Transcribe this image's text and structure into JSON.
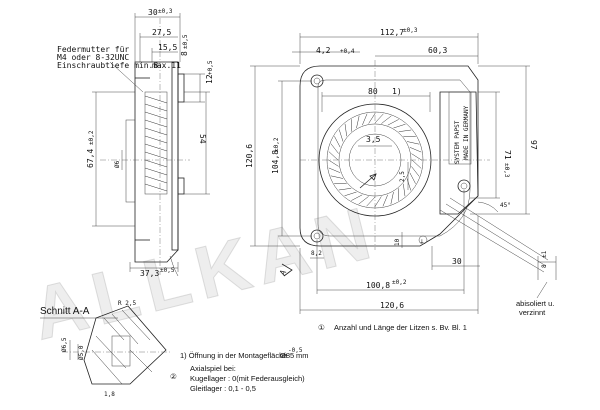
{
  "side_view": {
    "dims": {
      "d_30": "30",
      "d_30_tol": "±0,3",
      "d_27_5": "27,5",
      "d_15_5": "15,5",
      "d_8": "8",
      "d_8_tol": "±0,5",
      "d_12": "12",
      "d_12_tol": "+0,5",
      "d_54": "54",
      "d_67": "67,4",
      "d_67_tol": "±0,2",
      "d_phi6": "Ø6",
      "d_37_3": "37,3",
      "d_37_tol": "±0,5"
    },
    "note_lines": [
      "Federmutter für",
      "M4 oder 8-32UNC",
      "Einschraubtiefe min.8",
      "max.11"
    ]
  },
  "front_view": {
    "dims": {
      "d_112_7": "112,7",
      "d_112_tol": "±0,3",
      "d_4_2": "4,2",
      "d_4_2_tol": "+0,4",
      "d_60_3": "60,3",
      "d_80": "80",
      "d_80_note": "1)",
      "d_3_5": "3,5",
      "d_2_5": "2,5",
      "d_120_6_v": "120,6",
      "d_104_8_v": "104,8",
      "d_104_8_v_tol": "±0,2",
      "d_71": "71",
      "d_71_tol": "±0,3",
      "d_97": "97",
      "d_45deg": "45°",
      "d_8_2": "8,2",
      "d_10": "10",
      "d_30": "30",
      "d_100_8": "100,8",
      "d_100_8_tol": "±0,2",
      "d_120_6_h": "120,6",
      "section_mark": "A"
    },
    "label_lines": [
      "SYSTEM PAPST",
      "MADE IN GERMANY"
    ],
    "ground_symbol": "⊥",
    "wire_note": [
      "abisoliert u.",
      "verzinnt"
    ],
    "wire_dim": "8",
    "wire_dim_tol": "±1"
  },
  "section": {
    "title": "Schnitt A-A",
    "radius": "R 2,5",
    "dims": [
      "Ø6,5",
      "Ø5,0",
      "1,8"
    ]
  },
  "footnotes": {
    "circle_1": "①",
    "circle_1_text": "Anzahl und Länge der Litzen s. Bv. Bl. 1",
    "note_1": "1) Öffnung in der Montagefläche",
    "note_1_val": "Ø85",
    "note_1_sub": "-0,5",
    "note_1_unit": "mm",
    "circle_2": "②",
    "note_2_lines": [
      "Axialspiel bei:",
      "Kugellager : 0(mit Federausgleich)",
      "Gleitlager : 0,1 - 0,5"
    ]
  },
  "watermark": "ALLKAN"
}
